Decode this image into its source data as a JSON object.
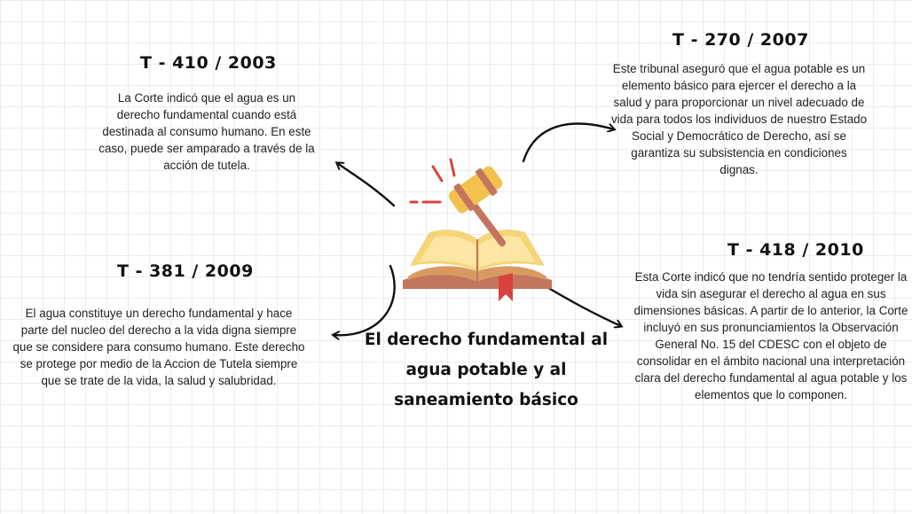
{
  "cases": [
    {
      "title": "T - 410 / 2003",
      "text": "La Corte indicó que el agua es un derecho fundamental cuando está destinada al consumo humano. En este caso, puede ser amparado a través de la acción de tutela."
    },
    {
      "title": "T - 270 / 2007",
      "text": "Este tribunal aseguró que el agua potable es un elemento básico para ejercer el derecho a la salud y para proporcionar un nivel adecuado de vida para todos los individuos de nuestro Estado Social y Democrático de Derecho, así se garantiza su subsistencia en condiciones dignas."
    },
    {
      "title": "T - 381 / 2009",
      "text": "El agua constituye un derecho fundamental y hace parte del nucleo del derecho a la vida digna siempre que se considere para consumo humano. Este derecho se protege por medio de la Accion de Tutela siempre que se trate de la vida, la salud y salubridad."
    },
    {
      "title": "T - 418 / 2010",
      "text": "Esta Corte indicó que no tendría sentido proteger la vida sin asegurar el derecho al agua en sus dimensiones básicas. A partir de lo anterior, la Corte incluyó en sus pronunciamientos la Observación General No. 15 del CDESC con el objeto de consolidar en el ámbito nacional una interpretación clara del derecho fundamental al agua potable y los elementos que lo componen."
    }
  ],
  "center_title": {
    "line1": "El derecho fundamental al",
    "line2": "agua potable y al",
    "line3": "saneamiento básico"
  },
  "icons": [
    "gavel-icon",
    "open-book-icon"
  ],
  "colors": {
    "book_frame": "#c4755e",
    "book_cover": "#f4d679",
    "book_pages": "#fbe6a4",
    "bookmark": "#d8443d",
    "gavel_head": "#f2c14e",
    "gavel_band": "#c4755e",
    "impact_marks": "#d8443d"
  }
}
